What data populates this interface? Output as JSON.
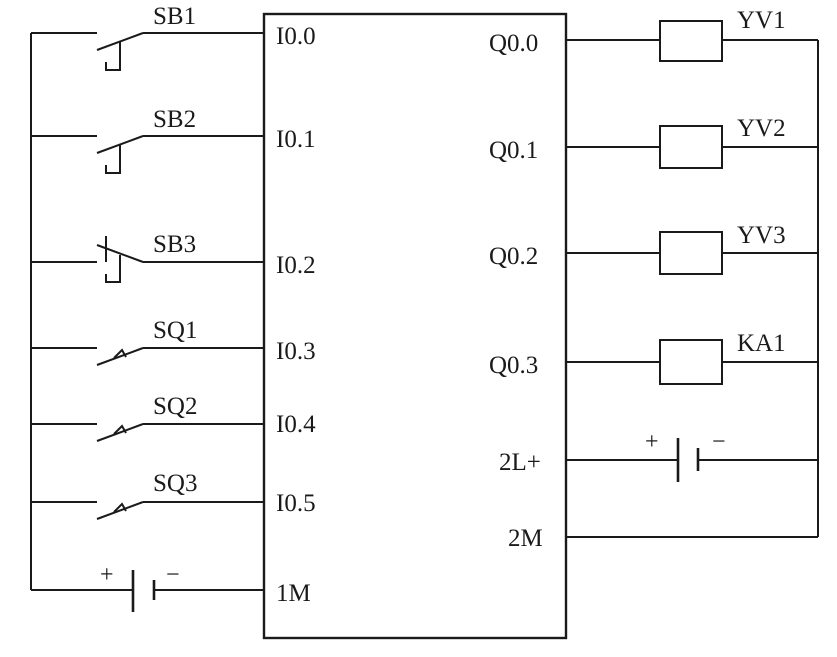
{
  "inputs": [
    {
      "label": "SB1",
      "terminal": "I0.0",
      "type": "push-button-no"
    },
    {
      "label": "SB2",
      "terminal": "I0.1",
      "type": "push-button-no"
    },
    {
      "label": "SB3",
      "terminal": "I0.2",
      "type": "push-button-nc"
    },
    {
      "label": "SQ1",
      "terminal": "I0.3",
      "type": "limit-switch"
    },
    {
      "label": "SQ2",
      "terminal": "I0.4",
      "type": "limit-switch"
    },
    {
      "label": "SQ3",
      "terminal": "I0.5",
      "type": "limit-switch"
    }
  ],
  "input_common": {
    "terminal": "1M",
    "plus": "+",
    "minus": "−"
  },
  "outputs": [
    {
      "terminal": "Q0.0",
      "load": "YV1"
    },
    {
      "terminal": "Q0.1",
      "load": "YV2"
    },
    {
      "terminal": "Q0.2",
      "load": "YV3"
    },
    {
      "terminal": "Q0.3",
      "load": "KA1"
    }
  ],
  "output_supply": {
    "plus_terminal": "2L+",
    "common_terminal": "2M",
    "plus": "+",
    "minus": "−"
  }
}
